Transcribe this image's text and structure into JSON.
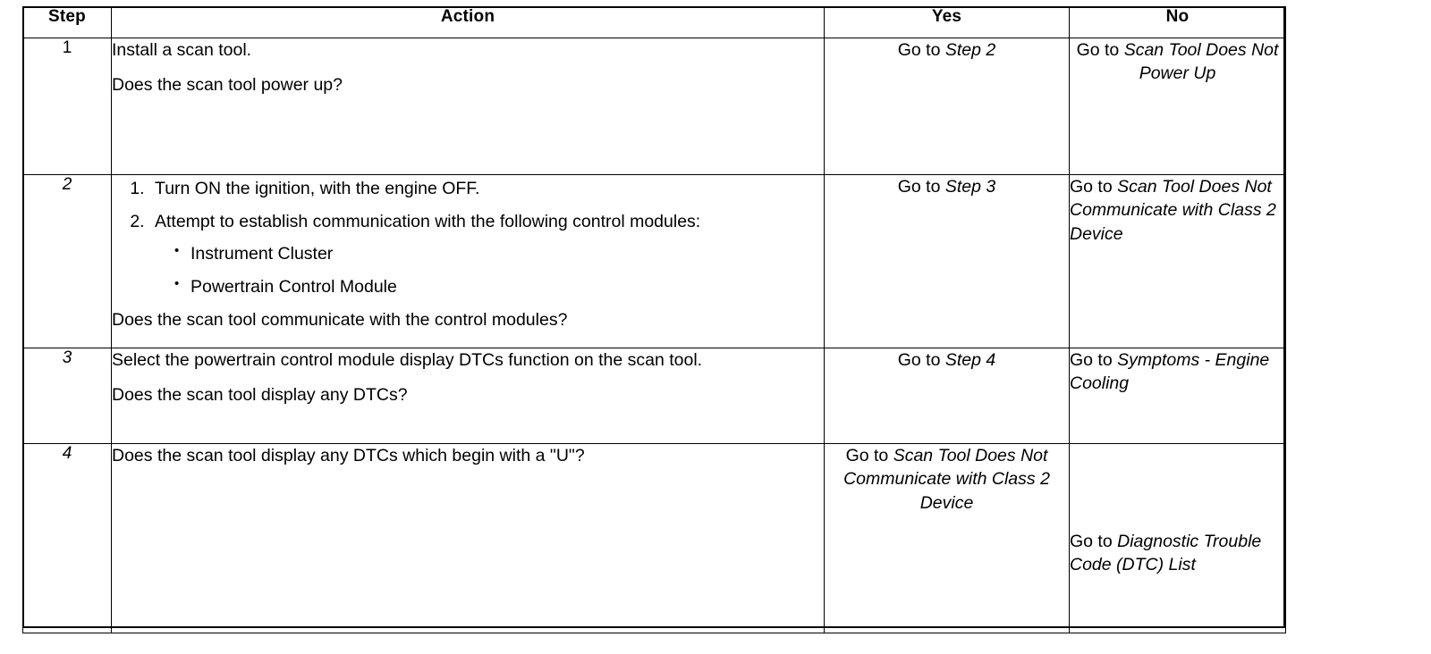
{
  "table": {
    "headers": {
      "step": "Step",
      "action": "Action",
      "yes": "Yes",
      "no": "No"
    },
    "rows": [
      {
        "step": "1",
        "action": {
          "lines": [
            "Install a scan tool.",
            "Does the scan tool power up?"
          ]
        },
        "yes": {
          "prefix": "Go to ",
          "ref": "Step 2"
        },
        "no": {
          "prefix": "Go to ",
          "ref": "Scan Tool Does Not Power Up"
        }
      },
      {
        "step": "2",
        "action": {
          "ordered": [
            "Turn ON the ignition, with the engine OFF.",
            "Attempt to establish communication with the following control modules:"
          ],
          "bullets": [
            "Instrument Cluster",
            "Powertrain Control Module"
          ],
          "question": "Does the scan tool communicate with the control modules?"
        },
        "yes": {
          "prefix": "Go to ",
          "ref": "Step 3"
        },
        "no": {
          "prefix": "Go to ",
          "ref": "Scan Tool Does Not Communicate with Class 2 Device"
        }
      },
      {
        "step": "3",
        "action": {
          "lines": [
            "Select the powertrain control module display DTCs function on the scan tool.",
            "Does the scan tool display any DTCs?"
          ]
        },
        "yes": {
          "prefix": "Go to ",
          "ref": "Step 4"
        },
        "no": {
          "prefix": "Go to ",
          "ref": "Symptoms - Engine Cooling"
        }
      },
      {
        "step": "4",
        "action": {
          "lines": [
            "Does the scan tool display any DTCs which begin with a \"U\"?"
          ]
        },
        "yes": {
          "prefix": "Go to ",
          "ref": "Scan Tool Does Not Communicate with Class 2 Device"
        },
        "no": {
          "prefix": "Go to ",
          "ref": "Diagnostic Trouble Code (DTC) List"
        }
      }
    ]
  },
  "colors": {
    "ink": "#000000",
    "paper": "#ffffff"
  }
}
